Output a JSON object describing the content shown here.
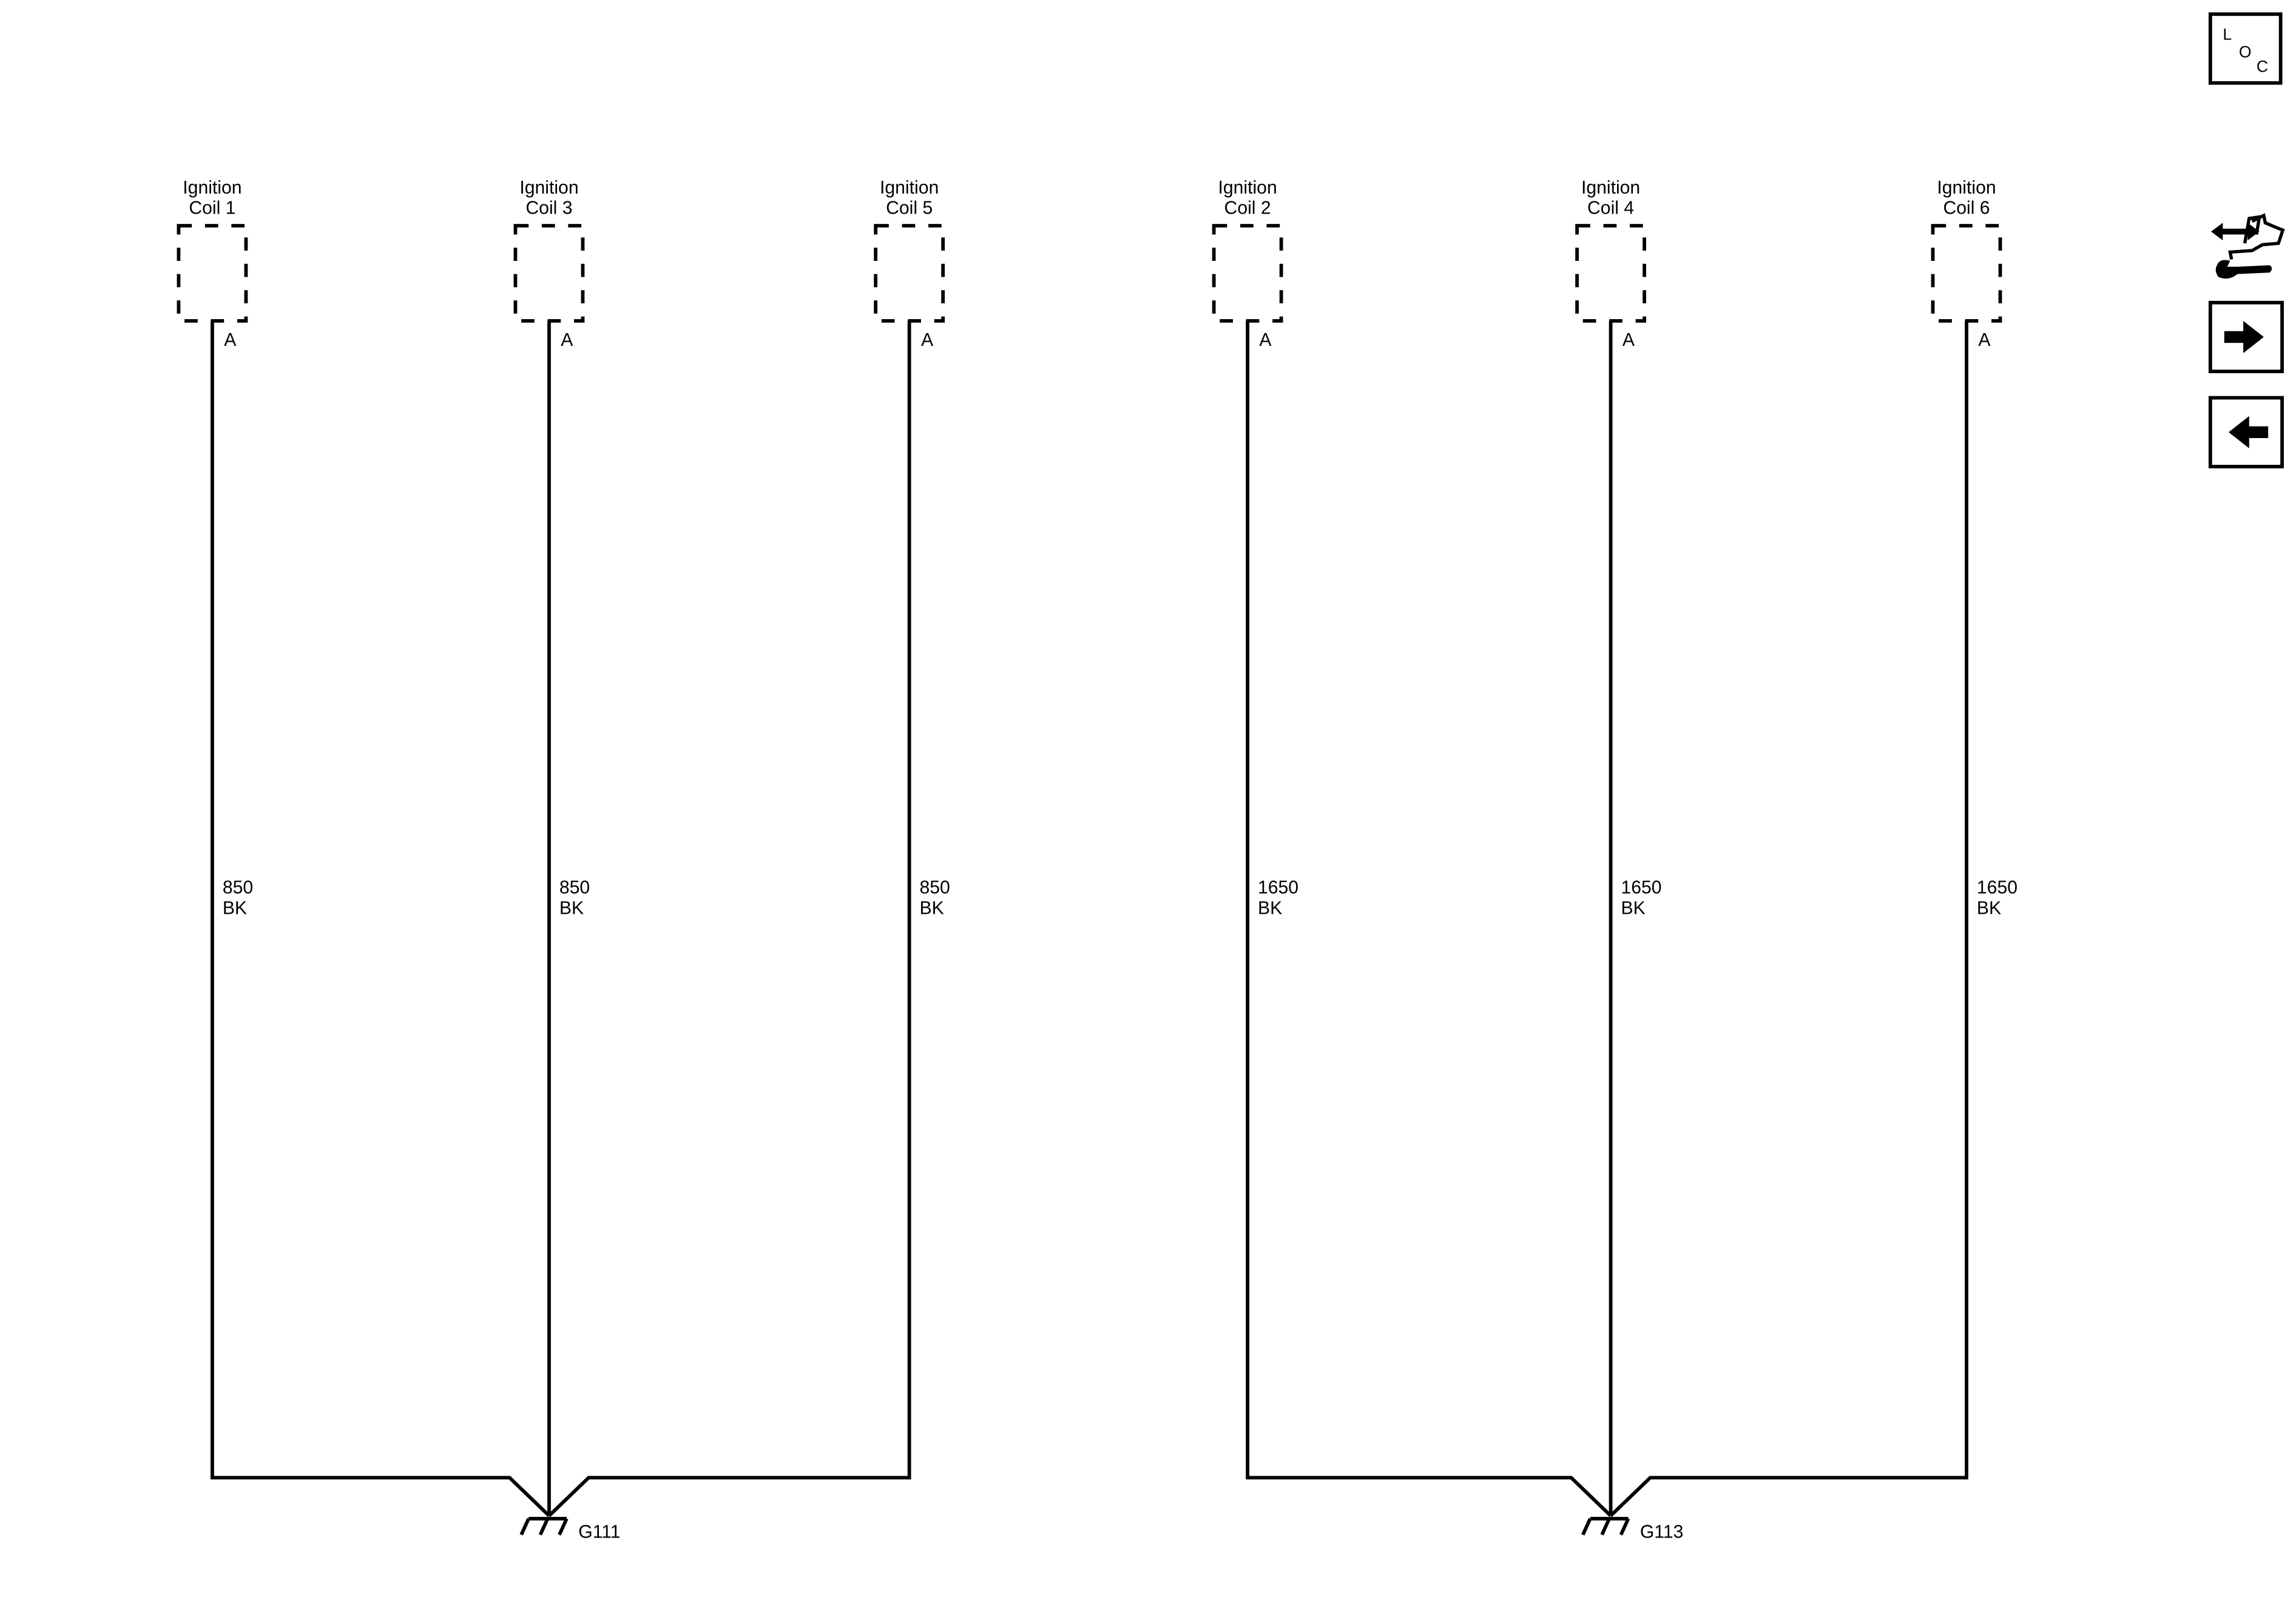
{
  "coils": [
    {
      "title_line1": "Ignition",
      "title_line2": "Coil 1",
      "pin": "A",
      "wire_size": "850",
      "wire_color": "BK"
    },
    {
      "title_line1": "Ignition",
      "title_line2": "Coil 3",
      "pin": "A",
      "wire_size": "850",
      "wire_color": "BK"
    },
    {
      "title_line1": "Ignition",
      "title_line2": "Coil 5",
      "pin": "A",
      "wire_size": "850",
      "wire_color": "BK"
    },
    {
      "title_line1": "Ignition",
      "title_line2": "Coil 2",
      "pin": "A",
      "wire_size": "1650",
      "wire_color": "BK"
    },
    {
      "title_line1": "Ignition",
      "title_line2": "Coil 4",
      "pin": "A",
      "wire_size": "1650",
      "wire_color": "BK"
    },
    {
      "title_line1": "Ignition",
      "title_line2": "Coil 6",
      "pin": "A",
      "wire_size": "1650",
      "wire_color": "BK"
    }
  ],
  "grounds": [
    {
      "label": "G111",
      "coils": [
        0,
        1,
        2
      ]
    },
    {
      "label": "G113",
      "coils": [
        3,
        4,
        5
      ]
    }
  ],
  "toolbar": {
    "loc": {
      "l": "L",
      "o": "O",
      "c": "C",
      "icon": "location-icon"
    },
    "service_icon": "hand-wrench-icon",
    "next_icon": "arrow-right-icon",
    "prev_icon": "arrow-left-icon"
  }
}
